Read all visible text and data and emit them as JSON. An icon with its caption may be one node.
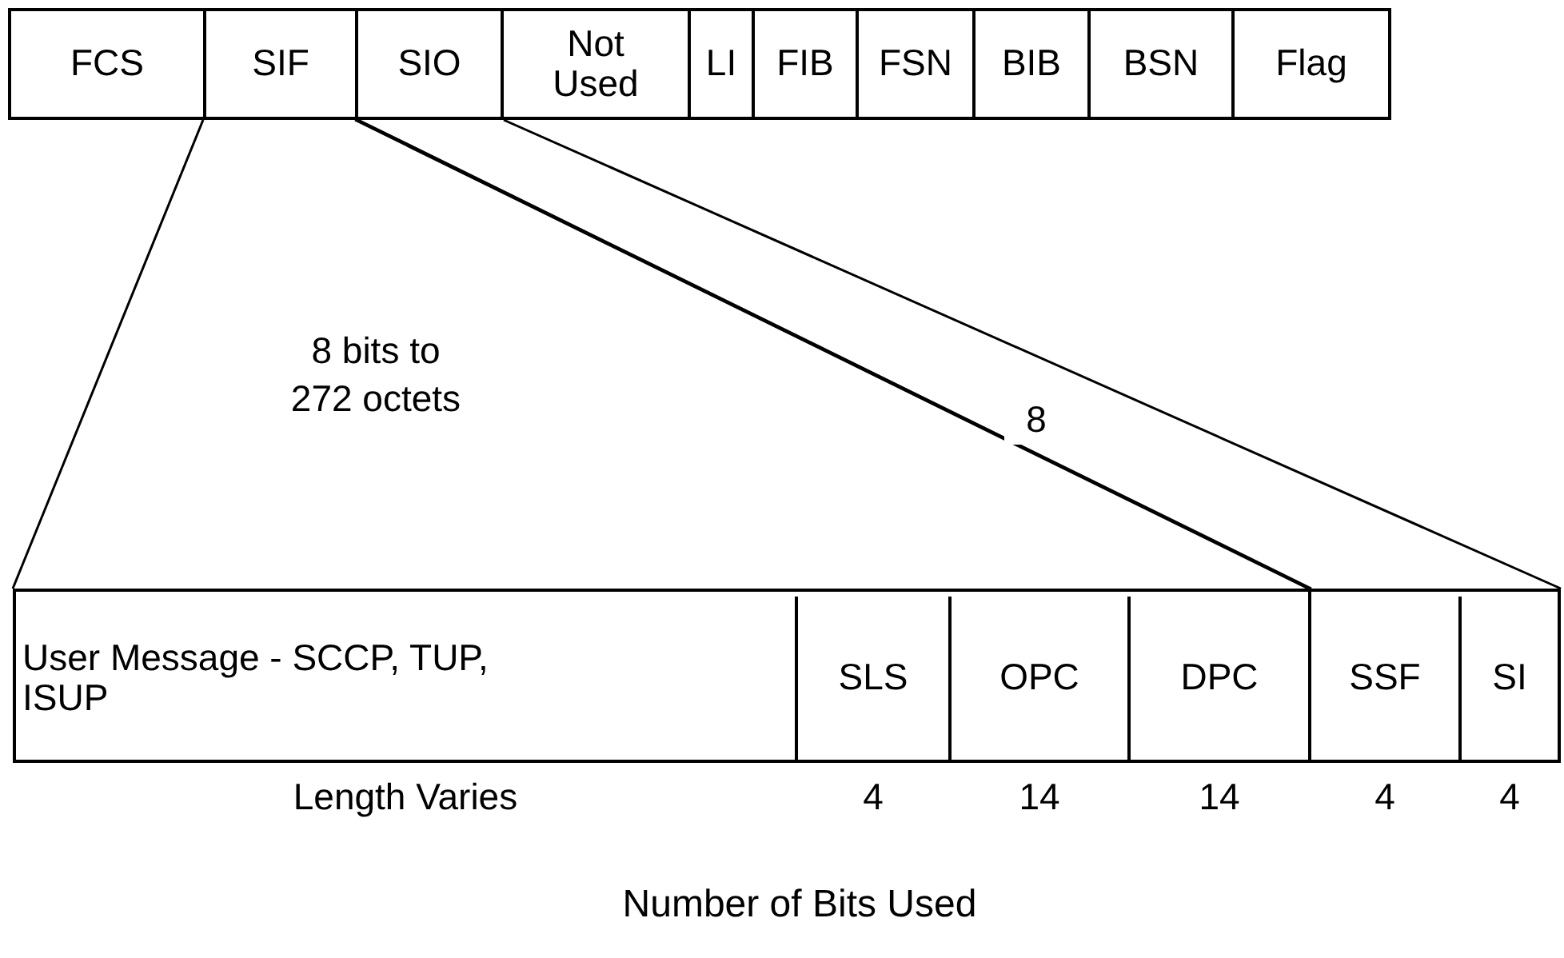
{
  "diagram": {
    "nodes": [
      {
        "text": [
          "FCS"
        ]
      },
      {
        "text": [
          "SIF"
        ]
      },
      {
        "text": [
          "SIO"
        ]
      },
      {
        "text": [
          "Not Used"
        ]
      },
      {
        "text": [
          "LI"
        ]
      },
      {
        "text": [
          "FIB"
        ]
      },
      {
        "text": [
          "FSN"
        ]
      },
      {
        "text": [
          "BIB"
        ]
      },
      {
        "text": [
          "BSN"
        ]
      },
      {
        "text": [
          "Flag"
        ]
      },
      {
        "text": [],
        "shape": "box"
      },
      {
        "text": [
          "User Message - SCCP, TUP, ISUP"
        ],
        "in": 10,
        "beside": [
          "Length Varies"
        ]
      },
      {
        "text": [
          "SLS"
        ],
        "in": 10,
        "beside": [
          "4"
        ]
      },
      {
        "text": [
          "OPC"
        ],
        "in": 10,
        "beside": [
          "14"
        ]
      },
      {
        "text": [
          "DPC"
        ],
        "in": 10,
        "beside": [
          "14"
        ]
      },
      {
        "text": [],
        "shape": "box"
      },
      {
        "text": [
          "SSF"
        ],
        "in": 15,
        "beside": [
          "4"
        ]
      },
      {
        "text": [
          "SI"
        ],
        "in": 15,
        "beside": [
          "4"
        ]
      }
    ],
    "edges": [
      {
        "from": 1,
        "to": 10,
        "arrow": "none",
        "label": "8 bits to 272 octets"
      },
      {
        "from": 2,
        "to": 15,
        "arrow": "none",
        "label": "8"
      }
    ],
    "labels": [
      "Number of Bits Used"
    ]
  }
}
